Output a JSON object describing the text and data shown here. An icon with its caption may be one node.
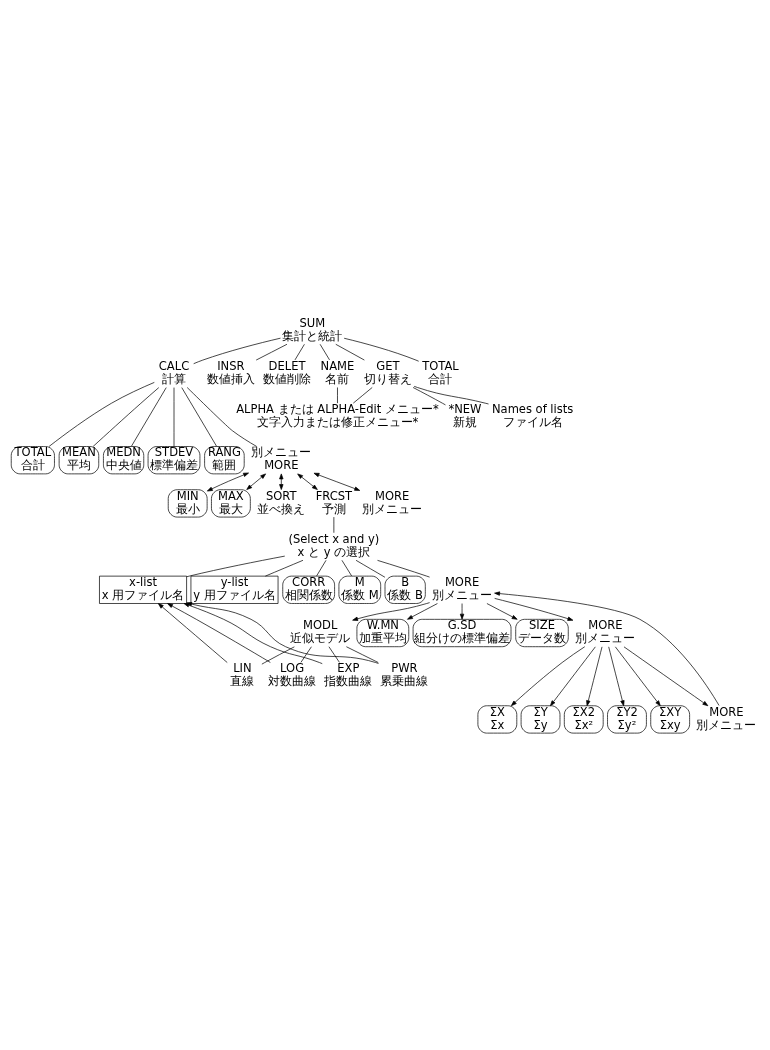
{
  "diagram": {
    "nodes": [
      {
        "text": [
          "SUM",
          "集計と統計"
        ]
      },
      {
        "text": [
          "CALC",
          "計算"
        ]
      },
      {
        "text": [
          "INSR",
          "数値挿入"
        ]
      },
      {
        "text": [
          "DELET",
          "数値削除"
        ]
      },
      {
        "text": [
          "NAME",
          "名前"
        ]
      },
      {
        "text": [
          "GET",
          "切り替え"
        ]
      },
      {
        "text": [
          "TOTAL",
          "合計"
        ]
      },
      {
        "text": [
          "ALPHA または ALPHA-Edit メニュー*",
          "文字入力または修正メニュー*"
        ]
      },
      {
        "text": [
          "*NEW",
          "新規"
        ]
      },
      {
        "text": [
          "Names of lists",
          "ファイル名"
        ]
      },
      {
        "text": [
          "TOTAL",
          "合計"
        ]
      },
      {
        "text": [
          "MEAN",
          "平均"
        ]
      },
      {
        "text": [
          "MEDN",
          "中央値"
        ]
      },
      {
        "text": [
          "STDEV",
          "標準偏差"
        ]
      },
      {
        "text": [
          "RANG",
          "範囲"
        ]
      },
      {
        "text": [
          "別メニュー",
          "MORE"
        ]
      },
      {
        "text": [
          "MIN",
          "最小"
        ]
      },
      {
        "text": [
          "MAX",
          "最大"
        ]
      },
      {
        "text": [
          "SORT",
          "並べ換え"
        ]
      },
      {
        "text": [
          "FRCST",
          "予測"
        ]
      },
      {
        "text": [
          "MORE",
          "別メニュー"
        ]
      },
      {
        "text": [
          "(Select x and y)",
          "x と y の選択"
        ]
      },
      {
        "text": [
          "x-list",
          "x 用ファイル名"
        ]
      },
      {
        "text": [
          "y-list",
          "y 用ファイル名"
        ]
      },
      {
        "text": [
          "CORR",
          "相関係数"
        ]
      },
      {
        "text": [
          "M",
          "係数 M"
        ]
      },
      {
        "text": [
          "B",
          "係数 B"
        ]
      },
      {
        "text": [
          "MORE",
          "別メニュー"
        ]
      },
      {
        "text": [
          "MODL",
          "近似モデル"
        ]
      },
      {
        "text": [
          "W.MN",
          "加重平均"
        ]
      },
      {
        "text": [
          "G.SD",
          "組分けの標準偏差"
        ]
      },
      {
        "text": [
          "SIZE",
          "データ数"
        ]
      },
      {
        "text": [
          "MORE",
          "別メニュー"
        ]
      },
      {
        "text": [
          "LIN",
          "直線"
        ]
      },
      {
        "text": [
          "LOG",
          "対数曲線"
        ]
      },
      {
        "text": [
          "EXP",
          "指数曲線"
        ]
      },
      {
        "text": [
          "PWR",
          "累乗曲線"
        ]
      },
      {
        "text": [
          "ΣX",
          "Σx"
        ]
      },
      {
        "text": [
          "ΣY",
          "Σy"
        ]
      },
      {
        "text": [
          "ΣX2",
          "Σx²"
        ]
      },
      {
        "text": [
          "ΣY2",
          "Σy²"
        ]
      },
      {
        "text": [
          "ΣXY",
          "Σxy"
        ]
      },
      {
        "text": [
          "MORE",
          "別メニュー"
        ]
      }
    ],
    "edges": [
      {
        "from": 0,
        "to": 1,
        "arrow": "none"
      },
      {
        "from": 0,
        "to": 2,
        "arrow": "none"
      },
      {
        "from": 0,
        "to": 3,
        "arrow": "none"
      },
      {
        "from": 0,
        "to": 4,
        "arrow": "none"
      },
      {
        "from": 0,
        "to": 5,
        "arrow": "none"
      },
      {
        "from": 0,
        "to": 6,
        "arrow": "none"
      },
      {
        "from": 4,
        "to": 7,
        "arrow": "none"
      },
      {
        "from": 5,
        "to": 7,
        "arrow": "none"
      },
      {
        "from": 5,
        "to": 8,
        "arrow": "none"
      },
      {
        "from": 5,
        "to": 9,
        "arrow": "none"
      },
      {
        "from": 1,
        "to": 10,
        "arrow": "none"
      },
      {
        "from": 1,
        "to": 11,
        "arrow": "none"
      },
      {
        "from": 1,
        "to": 12,
        "arrow": "none"
      },
      {
        "from": 1,
        "to": 13,
        "arrow": "none"
      },
      {
        "from": 1,
        "to": 14,
        "arrow": "none"
      },
      {
        "from": 1,
        "to": 15,
        "arrow": "none"
      },
      {
        "from": 15,
        "to": 16,
        "arrow": "both"
      },
      {
        "from": 15,
        "to": 17,
        "arrow": "both"
      },
      {
        "from": 15,
        "to": 18,
        "arrow": "both"
      },
      {
        "from": 15,
        "to": 19,
        "arrow": "both"
      },
      {
        "from": 15,
        "to": 20,
        "arrow": "both"
      },
      {
        "from": 19,
        "to": 21,
        "arrow": "none"
      },
      {
        "from": 21,
        "to": 22,
        "arrow": "none"
      },
      {
        "from": 21,
        "to": 23,
        "arrow": "none"
      },
      {
        "from": 21,
        "to": 24,
        "arrow": "none"
      },
      {
        "from": 21,
        "to": 25,
        "arrow": "none"
      },
      {
        "from": 21,
        "to": 26,
        "arrow": "none"
      },
      {
        "from": 21,
        "to": 27,
        "arrow": "none"
      },
      {
        "from": 27,
        "to": 28,
        "arrow": "to"
      },
      {
        "from": 27,
        "to": 29,
        "arrow": "to"
      },
      {
        "from": 27,
        "to": 30,
        "arrow": "to"
      },
      {
        "from": 27,
        "to": 31,
        "arrow": "to"
      },
      {
        "from": 27,
        "to": 32,
        "arrow": "to"
      },
      {
        "from": 28,
        "to": 33,
        "arrow": "none"
      },
      {
        "from": 28,
        "to": 34,
        "arrow": "none"
      },
      {
        "from": 28,
        "to": 35,
        "arrow": "none"
      },
      {
        "from": 28,
        "to": 36,
        "arrow": "none"
      },
      {
        "from": 33,
        "to": 22,
        "arrow": "to"
      },
      {
        "from": 34,
        "to": 22,
        "arrow": "to"
      },
      {
        "from": 35,
        "to": 22,
        "arrow": "to"
      },
      {
        "from": 36,
        "to": 22,
        "arrow": "to"
      },
      {
        "from": 32,
        "to": 37,
        "arrow": "to"
      },
      {
        "from": 32,
        "to": 38,
        "arrow": "to"
      },
      {
        "from": 32,
        "to": 39,
        "arrow": "to"
      },
      {
        "from": 32,
        "to": 40,
        "arrow": "to"
      },
      {
        "from": 32,
        "to": 41,
        "arrow": "to"
      },
      {
        "from": 32,
        "to": 42,
        "arrow": "to"
      },
      {
        "from": 42,
        "to": 27,
        "arrow": "to"
      }
    ]
  }
}
